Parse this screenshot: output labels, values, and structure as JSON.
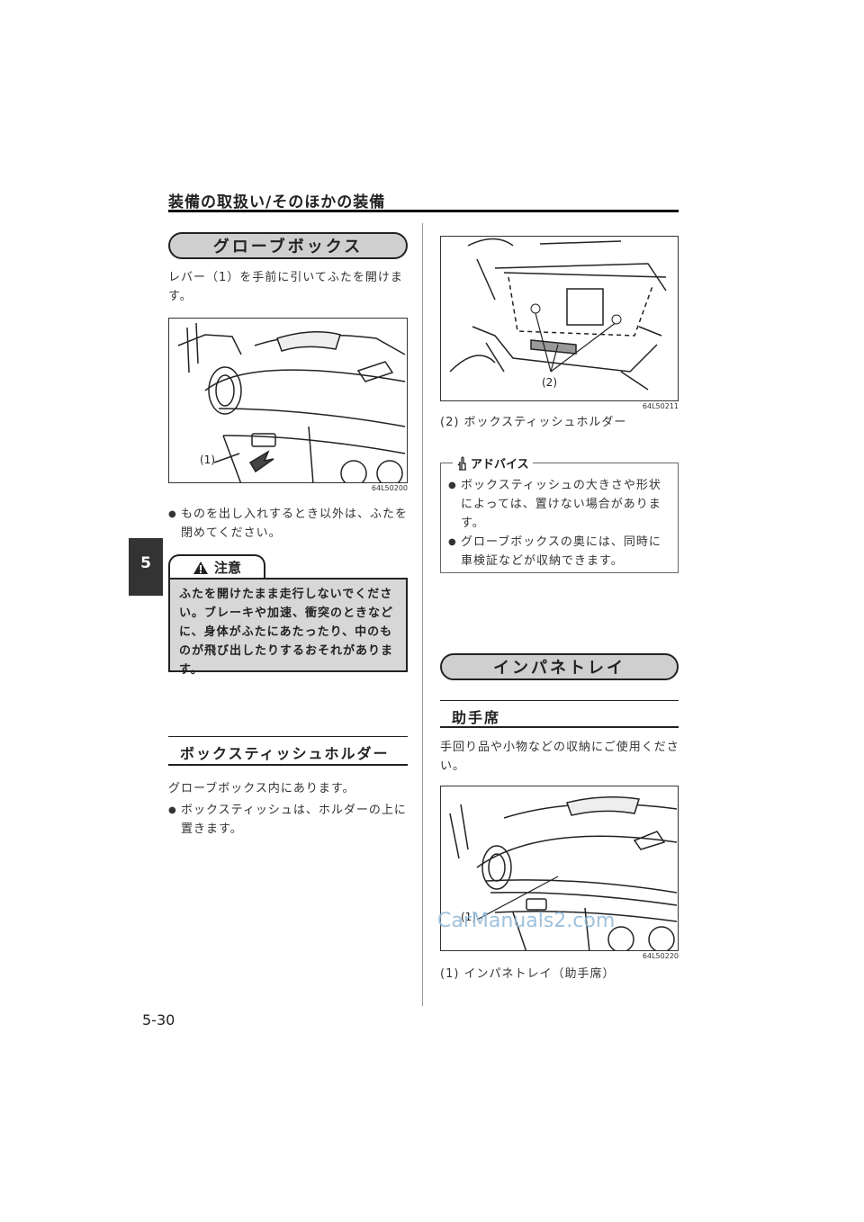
{
  "header": {
    "title": "装備の取扱い/そのほかの装備"
  },
  "chapter_tab": "5",
  "page_number": "5-30",
  "glovebox": {
    "heading": "グローブボックス",
    "intro": "レバー（1）を手前に引いてふたを開けます。",
    "figure": {
      "callout": "(1)",
      "code": "64L50200"
    },
    "bullets": [
      "ものを出し入れするとき以外は、ふたを閉めてください。"
    ],
    "caution": {
      "label": "注意",
      "text": "ふたを開けたまま走行しないでください。ブレーキや加速、衝突のときなどに、身体がふたにあたったり、中のものが飛び出したりするおそれがあります。"
    }
  },
  "tissue_holder": {
    "heading": "ボックスティッシュホルダー",
    "intro": "グローブボックス内にあります。",
    "bullets": [
      "ボックスティッシュは、ホルダーの上に置きます。"
    ],
    "figure": {
      "callout": "(2)",
      "code": "64L50211",
      "caption": "(2) ボックスティッシュホルダー"
    },
    "advice": {
      "label": "アドバイス",
      "bullets": [
        "ボックスティッシュの大きさや形状によっては、置けない場合があります。",
        "グローブボックスの奥には、同時に車検証などが収納できます。"
      ]
    }
  },
  "inpane_tray": {
    "heading": "インパネトレイ",
    "subheading": "助手席",
    "intro": "手回り品や小物などの収納にご使用ください。",
    "figure": {
      "callout": "(1)",
      "code": "64L50220",
      "caption": "(1) インパネトレイ（助手席）"
    }
  },
  "watermark": "CarManuals2.com"
}
